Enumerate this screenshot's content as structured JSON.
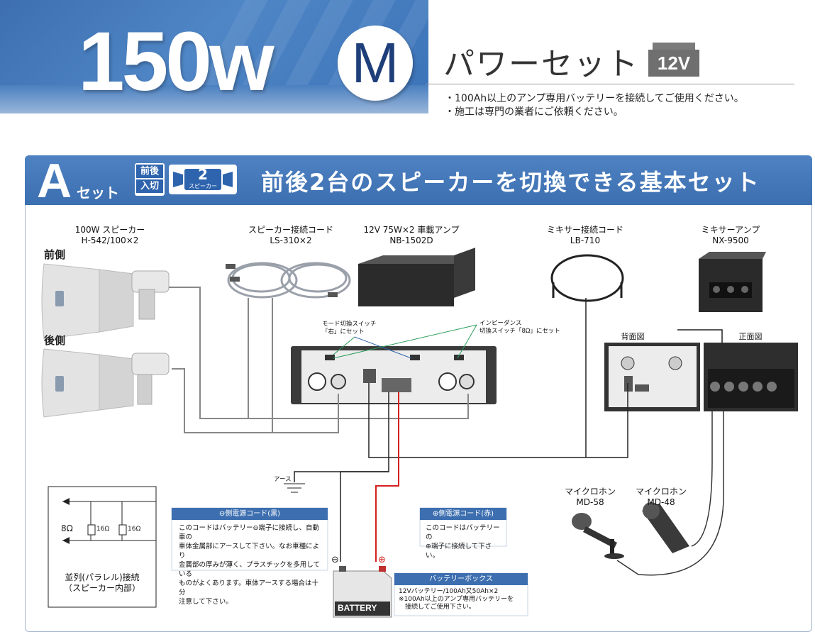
{
  "header": {
    "watt": "150w",
    "badge_letter": "M",
    "set_name": "パワーセット",
    "voltage_badge": "12V",
    "notes": [
      "・100Ah以上のアンプ専用バッテリーを接続してご使用ください。",
      "・施工は専門の業者にご依頼ください。"
    ]
  },
  "section": {
    "letter": "A",
    "set_label": "セット",
    "icon_front_back": [
      "前後",
      "入切"
    ],
    "icon_speaker_count": "2",
    "icon_speaker_text": "スピーカー",
    "title": "前後2台のスピーカーを切換できる基本セット"
  },
  "components": {
    "speaker": {
      "name": "100W スピーカー",
      "model": "H-542/100×2"
    },
    "cord": {
      "name": "スピーカー接続コード",
      "model": "LS-310×2"
    },
    "amp": {
      "name": "12V 75W×2 車載アンプ",
      "model": "NB-1502D"
    },
    "mixer_cord": {
      "name": "ミキサー接続コード",
      "model": "LB-710"
    },
    "mixer_amp": {
      "name": "ミキサーアンプ",
      "model": "NX-9500"
    }
  },
  "labels": {
    "front": "前側",
    "rear": "後側",
    "back_view": "背面図",
    "front_view": "正面図",
    "mode_switch": [
      "モード切換スイッチ",
      "「右」にセット"
    ],
    "impedance_switch": [
      "インピーダンス",
      "切換スイッチ「8Ω」にセット"
    ],
    "earth": "アース",
    "mic1": {
      "name": "マイクロホン",
      "model": "MD-58"
    },
    "mic2": {
      "name": "マイクロホン",
      "model": "MD-48"
    }
  },
  "parallel": {
    "ohm_total": "8Ω",
    "ohm_unit": "16Ω",
    "caption": [
      "並列(パラレル)接続",
      "（スピーカー内部）"
    ]
  },
  "neg_cord": {
    "title": "⊖側電源コード(黒)",
    "text": [
      "このコードはバッテリー⊖端子に接続し、自動車の",
      "車体金属部にアースして下さい。なお車種により",
      "金属部の厚みが薄く、プラスチックを多用している",
      "ものがよくあります。車体アースする場合は十分",
      "注意して下さい。"
    ]
  },
  "pos_cord": {
    "title": "⊕側電源コード(赤)",
    "text": [
      "このコードはバッテリーの",
      "⊕端子に接続して下さい。"
    ]
  },
  "battery_box": {
    "title": "バッテリーボックス",
    "label": "BATTERY",
    "text": [
      "12Vバッテリー/100Ah又50Ah×2",
      "※100Ah以上のアンプ専用バッテリーを",
      "　接続してご使用下さい。"
    ],
    "minus": "⊖",
    "plus": "⊕"
  },
  "colors": {
    "brand_blue": "#3d6fb0",
    "bar_blue": "#4f82c2",
    "wire_gray": "#888888",
    "wire_red": "#d62020",
    "switch_line_green": "#2a9d5c",
    "switch_line_blue": "#2e64ad"
  }
}
